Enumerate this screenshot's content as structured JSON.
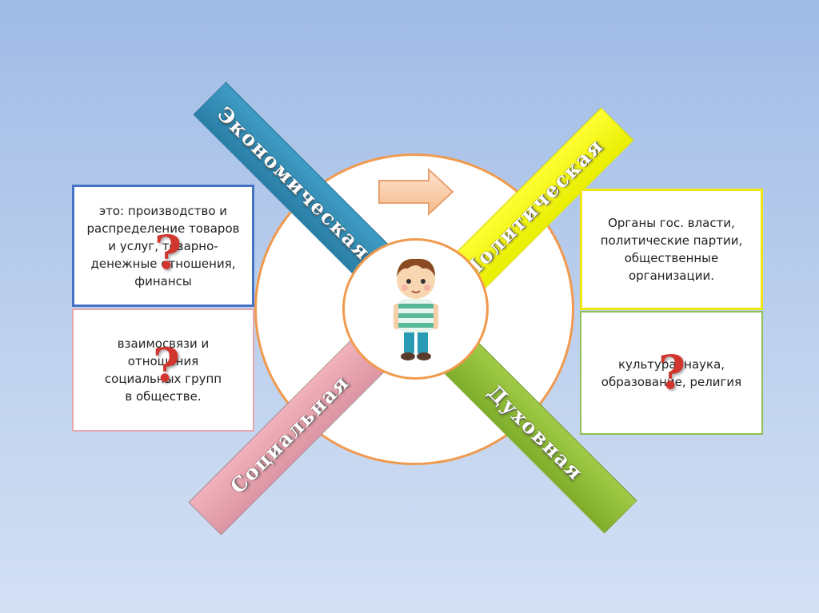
{
  "diagram": {
    "bands": {
      "economic": "Экономическая",
      "political": "Политическая",
      "social": "Социальная",
      "spiritual": "Духовная"
    },
    "boxes": {
      "economic": "это: производство и распределение товаров и услуг, товарно-денежные отношения, финансы",
      "social": "взаимосвязи и отношения социальных групп в обществе.",
      "political": "Органы гос. власти, политические партии, общественные организации.",
      "spiritual": "культура, наука, образование, религия"
    },
    "question_mark": "?",
    "colors": {
      "economic": "#2f8bb7",
      "political": "#ffff00",
      "social": "#e8a8b2",
      "spiritual": "#8dc13a",
      "circle_border": "#f09a4e",
      "arrow": "#fbd3b3",
      "question_mark": "#d0352e"
    },
    "center_icon": "boy-figure"
  }
}
